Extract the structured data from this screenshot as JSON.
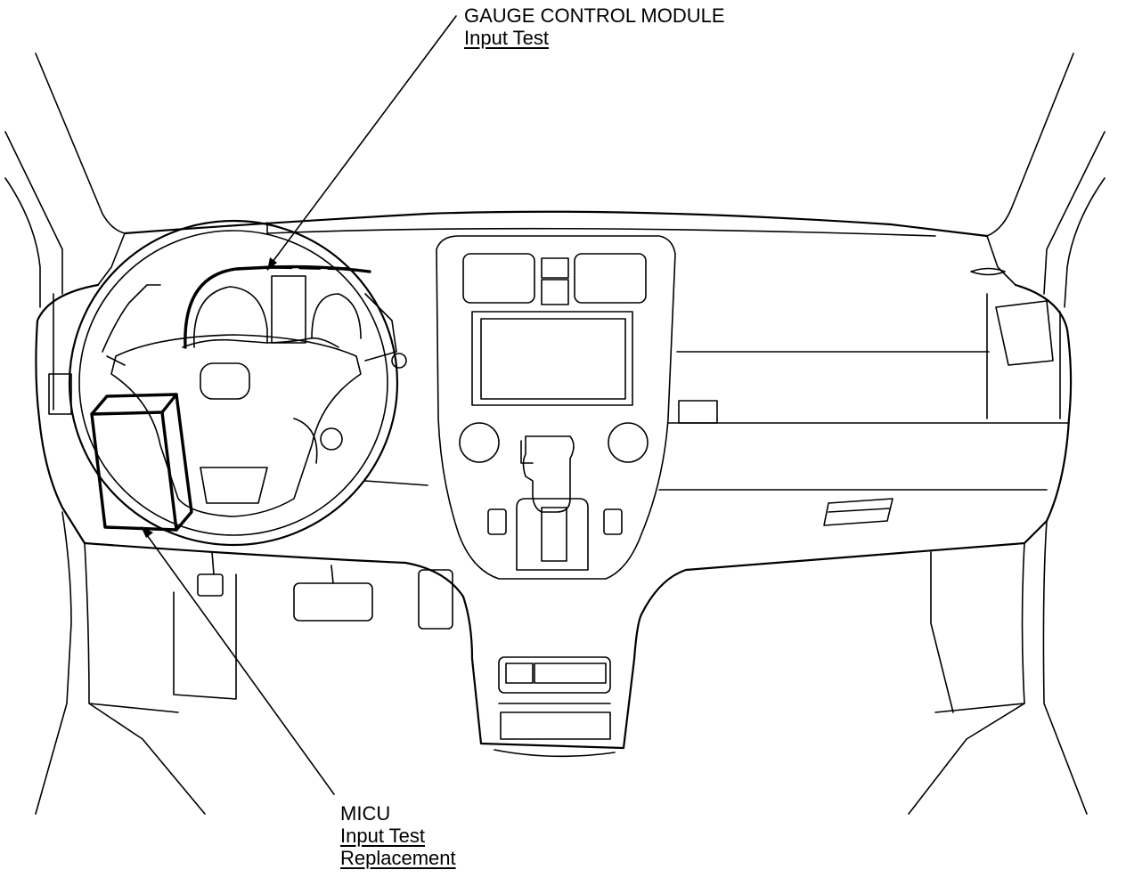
{
  "callouts": {
    "gauge": {
      "title": "GAUGE CONTROL MODULE",
      "links": [
        "Input Test"
      ]
    },
    "micu": {
      "title": "MICU",
      "links": [
        "Input Test",
        "Replacement"
      ]
    }
  },
  "colors": {
    "line": "#000000",
    "background": "#ffffff"
  }
}
